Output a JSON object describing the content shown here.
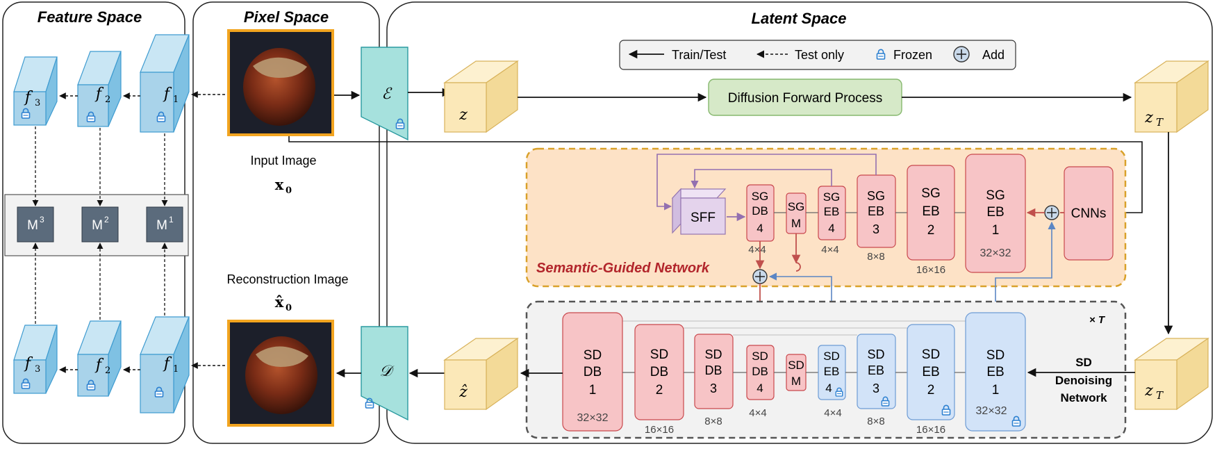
{
  "panels": {
    "feature_space": "Feature Space",
    "pixel_space": "Pixel Space",
    "latent_space": "Latent Space"
  },
  "legend": {
    "train_test": "Train/Test",
    "test_only": "Test only",
    "frozen": "Frozen",
    "add": "Add"
  },
  "features": {
    "f1": "f",
    "f1_sub": "1",
    "f2": "f",
    "f2_sub": "2",
    "f3": "f",
    "f3_sub": "3",
    "m1": "M",
    "m1_sup": "1",
    "m2": "M",
    "m2_sup": "2",
    "m3": "M",
    "m3_sup": "3"
  },
  "pixel": {
    "input_label": "Input Image",
    "input_symbol": "x",
    "input_sub": "0",
    "recon_label": "Reconstruction Image",
    "recon_symbol": "x̂",
    "recon_sub": "0",
    "encoder": "ℰ",
    "decoder": "𝒟"
  },
  "latent": {
    "z": "z",
    "z_hat": "ẑ",
    "z_T_top": "z",
    "z_T_top_sub": "T",
    "z_T_bottom": "z",
    "z_T_bottom_sub": "T",
    "diffusion": "Diffusion Forward Process"
  },
  "sgn": {
    "title": "Semantic-Guided Network",
    "sff": "SFF",
    "cnns": "CNNs",
    "sgdb4": [
      "SG",
      "DB",
      "4"
    ],
    "sgm": [
      "SG",
      "M"
    ],
    "sgeb4": [
      "SG",
      "EB",
      "4"
    ],
    "sgeb3": [
      "SG",
      "EB",
      "3"
    ],
    "sgeb2": [
      "SG",
      "EB",
      "2"
    ],
    "sgeb1": [
      "SG",
      "EB",
      "1"
    ],
    "res_4x4_a": "4×4",
    "res_4x4_b": "4×4",
    "res_8x8": "8×8",
    "res_16x16": "16×16",
    "res_32x32": "32×32"
  },
  "sdn": {
    "times": "× T",
    "label": [
      "SD",
      "Denoising",
      "Network"
    ],
    "db1": [
      "SD",
      "DB",
      "1"
    ],
    "db2": [
      "SD",
      "DB",
      "2"
    ],
    "db3": [
      "SD",
      "DB",
      "3"
    ],
    "db4": [
      "SD",
      "DB",
      "4"
    ],
    "m": [
      "SD",
      "M"
    ],
    "eb4": [
      "SD",
      "EB",
      "4"
    ],
    "eb3": [
      "SD",
      "EB",
      "3"
    ],
    "eb2": [
      "SD",
      "EB",
      "2"
    ],
    "eb1": [
      "SD",
      "EB",
      "1"
    ],
    "res_db1": "32×32",
    "res_db2": "16×16",
    "res_db3": "8×8",
    "res_db4": "4×4",
    "res_eb4": "4×4",
    "res_eb3": "8×8",
    "res_eb2": "16×16",
    "res_eb1": "32×32"
  },
  "colors": {
    "feature_fill": "#a9d3ea",
    "feature_stroke": "#3e9bd0",
    "mbox_fill": "#5b6b7c",
    "encoder_fill": "#a6e1dd",
    "latent_fill": "#fbe8b8",
    "latent_stroke": "#d8b25a",
    "diffusion_fill": "#d6e9c8",
    "diffusion_stroke": "#86b86e",
    "sgn_bg": "#fde2c6",
    "sgn_border": "#d9a12a",
    "red_fill": "#f7c4c6",
    "red_stroke": "#c9484d",
    "blue_fill": "#d2e3f8",
    "blue_stroke": "#6d9bd4",
    "sff_fill": "#e4d3ec",
    "sff_stroke": "#9475b0",
    "sgn_title": "#b2252b"
  },
  "icons": [
    "lock-icon",
    "add-circle-icon",
    "hazelnut-image"
  ]
}
